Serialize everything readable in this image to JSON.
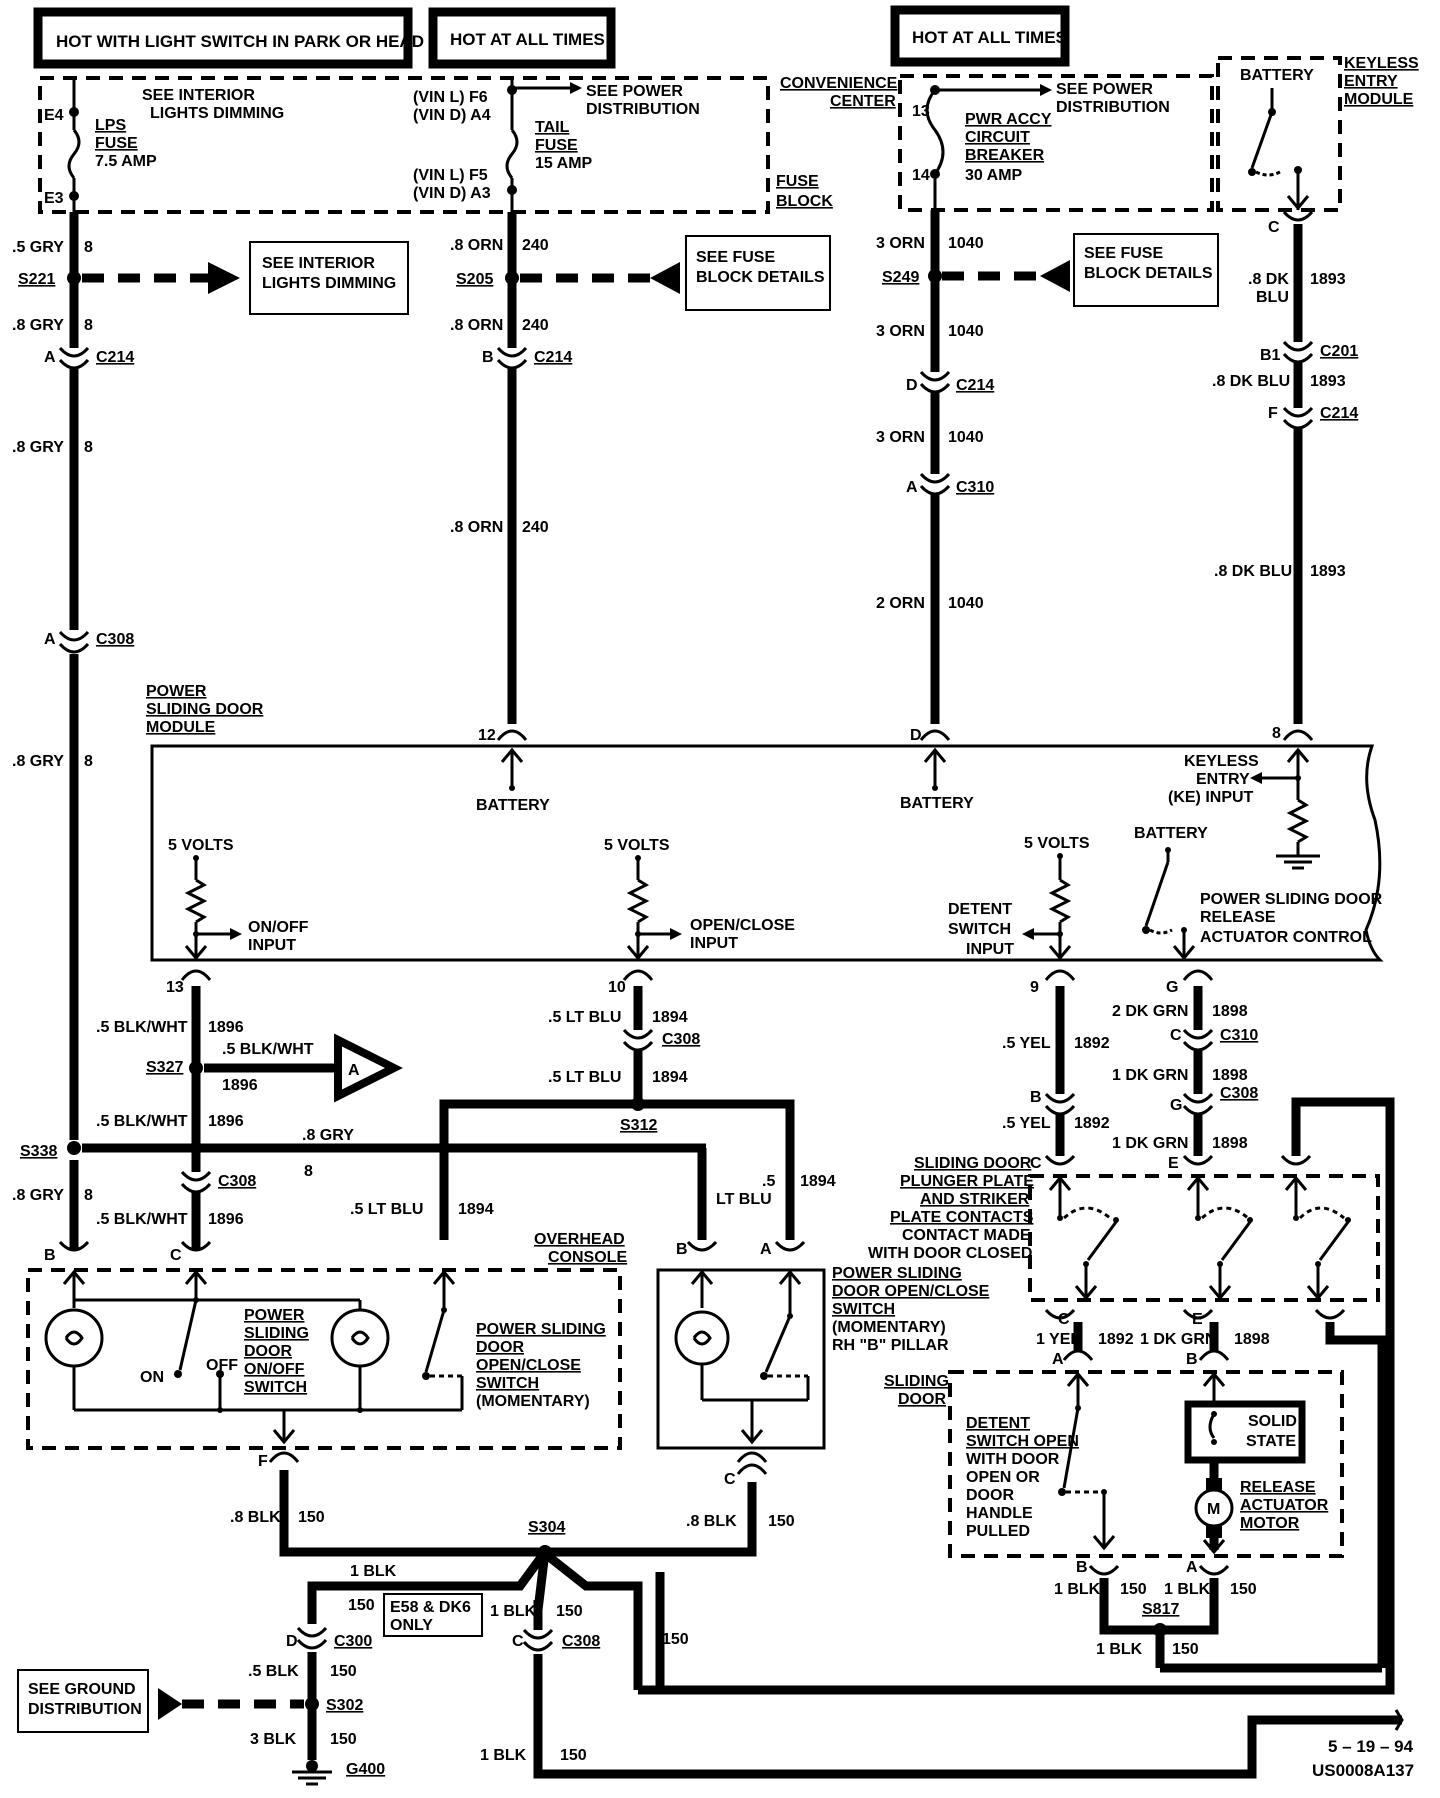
{
  "headers": {
    "h1": "HOT WITH LIGHT SWITCH IN PARK OR HEAD",
    "h2": "HOT AT ALL TIMES",
    "h3": "HOT AT ALL TIMES"
  },
  "fuse_block": {
    "see_interior": "SEE  INTERIOR",
    "lights_dimming": "LIGHTS  DIMMING",
    "e4": "E4",
    "e3": "E3",
    "lps": "LPS",
    "fuse": "FUSE",
    "lps_amp": "7.5 AMP",
    "vin_l_f6": "(VIN  L)  F6",
    "vin_d_a4": "(VIN  D)  A4",
    "vin_l_f5": "(VIN  L)  F5",
    "vin_d_a3": "(VIN  D)  A3",
    "see_power": "SEE  POWER",
    "distribution": "DISTRIBUTION",
    "tail": "TAIL",
    "tail_amp": "15 AMP",
    "fuse_label1": "FUSE",
    "fuse_label2": "BLOCK",
    "convenience": "CONVENIENCE",
    "center": "CENTER"
  },
  "conv_center": {
    "see_power": "SEE  POWER",
    "distribution": "DISTRIBUTION",
    "n13": "13",
    "n14": "14",
    "pwr_accy": "PWR ACCY",
    "circuit": "CIRCUIT",
    "breaker": "BREAKER",
    "amp": "30 AMP"
  },
  "keyless": {
    "battery": "BATTERY",
    "k1": "KEYLESS",
    "k2": "ENTRY",
    "k3": "MODULE",
    "c": "C"
  },
  "wires": {
    "gry5": ".5  GRY",
    "n8": "8",
    "s221": "S221",
    "gry8": ".8 GRY",
    "a": "A",
    "c214": "C214",
    "c308": "C308",
    "orn8": ".8  ORN",
    "n240": "240",
    "s205": "S205",
    "b": "B",
    "orn3": "3  ORN",
    "n1040": "1040",
    "s249": "S249",
    "d": "D",
    "c310": "C310",
    "orn2": "2  ORN",
    "dkblu8": ".8  DK",
    "blu": "BLU",
    "n1893": "1893",
    "b1": "B1",
    "c201": "C201",
    "dkblu8b": ".8 DK BLU",
    "f": "F",
    "dkblu8c": ".8 DK BLU"
  },
  "boxes": {
    "see_interior1": "SEE INTERIOR",
    "see_interior2": "LIGHTS DIMMING",
    "see_fuse1": "SEE FUSE",
    "see_fuse2": "BLOCK DETAILS",
    "see_fuse3": "SEE  FUSE",
    "see_fuse4": "BLOCK  DETAILS"
  },
  "module": {
    "title1": "POWER",
    "title2": "SLIDING  DOOR",
    "title3": "MODULE",
    "p12": "12",
    "pd": "D",
    "p8": "8",
    "battery": "BATTERY",
    "volts5": "5 VOLTS",
    "onoff1": "ON/OFF",
    "input": "INPUT",
    "openclose": "OPEN/CLOSE",
    "detent1": "DETENT",
    "detent2": "SWITCH",
    "detent3": "INPUT",
    "ke1": "KEYLESS",
    "ke2": "ENTRY",
    "ke3": "(KE) INPUT",
    "psd1": "POWER SLIDING DOOR",
    "psd2": "RELEASE",
    "psd3": "ACTUATOR CONTROL"
  },
  "lower": {
    "p13": "13",
    "p10": "10",
    "p9": "9",
    "pg": "G",
    "blkwht5": ".5 BLK/WHT",
    "n1896": "1896",
    "s327": "S327",
    "a_ref": "A",
    "ltblu5": ".5  LT  BLU",
    "n1894": "1894",
    "s312": "S312",
    "yel5": ".5 YEL",
    "n1892": "1892",
    "dkgrn2": "2 DK GRN",
    "n1898": "1898",
    "dkgrn1": "1 DK GRN",
    "s338": "S338",
    "gry8": ".8 GRY",
    "lt_blu": "LT  BLU",
    "n5": ".5",
    "e": "E",
    "c": "C"
  },
  "console": {
    "t1": "OVERHEAD",
    "t2": "CONSOLE",
    "sw1a": "POWER",
    "sw1b": "SLIDING",
    "sw1c": "DOOR",
    "sw1d": "ON/OFF",
    "sw1e": "SWITCH",
    "on": "ON",
    "off": "OFF",
    "sw2a": "POWER SLIDING",
    "sw2b": "DOOR",
    "sw2c": "OPEN/CLOSE",
    "sw2d": "SWITCH",
    "sw2e": "(MOMENTARY)"
  },
  "pillar": {
    "t1": "POWER SLIDING",
    "t2": "DOOR OPEN/CLOSE",
    "t3": "SWITCH",
    "t4": "(MOMENTARY)",
    "t5": "RH \"B\" PILLAR"
  },
  "plunger": {
    "t1": "SLIDING  DOOR",
    "t2": "PLUNGER  PLATE",
    "t3": "AND  STRIKER",
    "t4": "PLATE  CONTACTS",
    "t5": "CONTACT MADE",
    "t6": "WITH DOOR CLOSED",
    "yel1": "1  YEL",
    "n1892": "1892",
    "dkgrn1": "1 DK GRN",
    "n1898": "1898"
  },
  "door": {
    "t1": "SLIDING",
    "t2": "DOOR",
    "d1": "DETENT",
    "d2": "SWITCH OPEN",
    "d3": "WITH DOOR",
    "d4": "OPEN OR",
    "d5": "DOOR",
    "d6": "HANDLE",
    "d7": "PULLED",
    "ss1": "SOLID",
    "ss2": "STATE",
    "m": "M",
    "r1": "RELEASE",
    "r2": "ACTUATOR",
    "r3": "MOTOR",
    "blk1": "1 BLK",
    "n150": "150",
    "s817": "S817"
  },
  "ground": {
    "f": "F",
    "blk8": ".8 BLK",
    "n150": "150",
    "s304": "S304",
    "c": "C",
    "blk8b": ".8  BLK",
    "blk1": "1 BLK",
    "e58_1": "E58  &  DK6",
    "e58_2": "ONLY",
    "d": "D",
    "c300": "C300",
    "blk5": ".5  BLK",
    "see_gnd1": "SEE GROUND",
    "see_gnd2": "DISTRIBUTION",
    "s302": "S302",
    "blk3": "3  BLK",
    "g400": "G400",
    "blk1b": "1  BLK",
    "c308": "C308"
  },
  "footer": {
    "date": "5 – 19 – 94",
    "code": "US0008A137"
  }
}
